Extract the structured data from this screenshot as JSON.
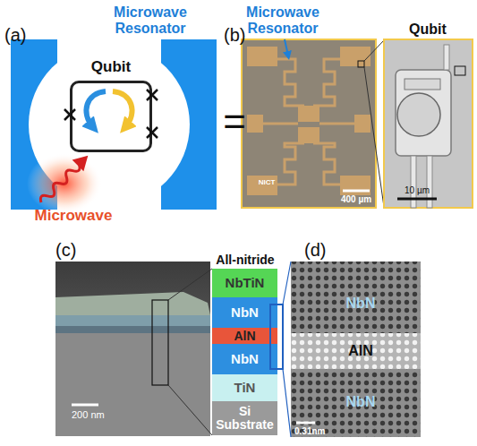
{
  "diagram": {
    "nodes": [
      {
        "text": [
          "Qubit"
        ]
      },
      {
        "text": [
          "NbTiN"
        ]
      },
      {
        "text": [
          "NbN"
        ]
      },
      {
        "text": [
          "AlN"
        ]
      },
      {
        "text": [
          "NbN"
        ]
      },
      {
        "text": [
          "TiN"
        ]
      },
      {
        "text": [
          "Si Substrate"
        ]
      }
    ],
    "labels": [
      "(a)",
      "Microwave Resonator",
      "Microwave",
      "=",
      "(b)",
      "Microwave Resonator",
      "Qubit",
      "NICT",
      "400 µm",
      "10 µm",
      "(c)",
      "200 nm",
      "All-nitride",
      "(d)",
      "NbN",
      "AlN",
      "NbN",
      "0.31nm"
    ]
  }
}
